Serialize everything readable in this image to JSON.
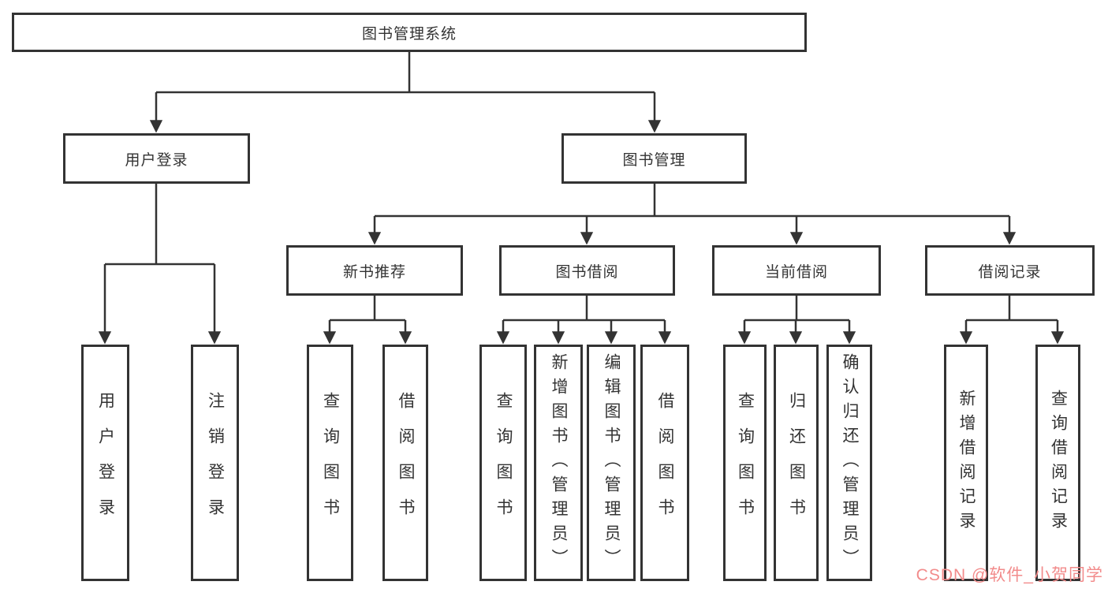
{
  "tree": {
    "root": "图书管理系统",
    "user_login": "用户登录",
    "book_mgmt": "图书管理",
    "new_book_rec": "新书推荐",
    "book_borrow": "图书借阅",
    "current_borrow": "当前借阅",
    "borrow_record": "借阅记录",
    "leaves": {
      "user_login": "用户登录",
      "logout": "注销登录",
      "rec_query_book": "查询图书",
      "rec_borrow_book": "借阅图书",
      "borrow_query_book": "查询图书",
      "borrow_add_book": "新增图书（管理员）",
      "borrow_edit_book": "编辑图书（管理员）",
      "borrow_borrow_book": "借阅图书",
      "current_query_book": "查询图书",
      "current_return_book": "归还图书",
      "current_confirm_return": "确认归还（管理员）",
      "record_add": "新增借阅记录",
      "record_query": "查询借阅记录"
    }
  },
  "watermark": "CSDN @软件_小贺同学",
  "colors": {
    "line": "#333333",
    "text": "#333333",
    "watermark": "#f28b8b",
    "background": "#ffffff"
  }
}
